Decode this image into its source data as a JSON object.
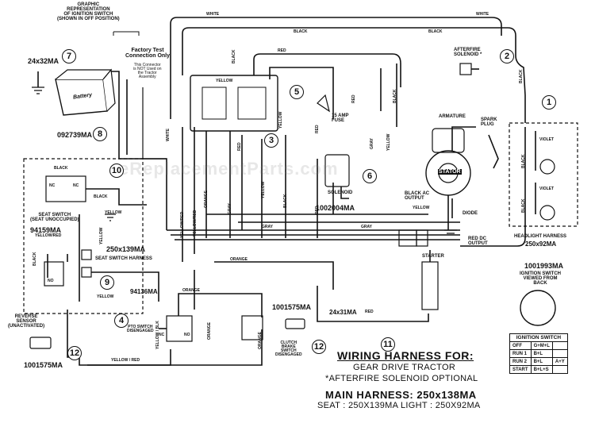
{
  "watermark": "eReplacementParts.com",
  "callouts": [
    "1",
    "2",
    "3",
    "4",
    "5",
    "6",
    "7",
    "8",
    "9",
    "10",
    "11",
    "12",
    "12"
  ],
  "labels": {
    "graphic_rep": "GRAPHIC\nREPRESENTATION\nOF IGNITION SWITCH\n(SHOWN IN OFF POSITION)",
    "battery_size": "24x32MA",
    "battery_part": "092739MA",
    "battery_text": "Battery",
    "factory_test": "Factory Test\nConnection Only",
    "factory_note": "This Connector\nis NOT Used on\nthe Tractor\nAssembly",
    "afterfire": "AFTERFIRE\nSOLENOID *",
    "fuse": "15 AMP\nFUSE",
    "solenoid": "SOLENOID",
    "solenoid_part": "1002004MA",
    "armature": "ARMATURE",
    "spark_plug": "SPARK\nPLUG",
    "stator": "STATOR",
    "black_ac": "BLACK AC\nOUTPUT",
    "diode": "DIODE",
    "red_dc": "RED DC\nOUTPUT",
    "starter": "STARTER",
    "headlight_harness": "HEADLIGHT HARNESS",
    "headlight_part": "250x92MA",
    "ign_viewed": "IGNITION SWITCH\nVIEWED FROM\nBACK",
    "ign_part": "1001993MA",
    "seat_switch": "SEAT SWITCH\n(SEAT UNOCCUPIED)",
    "seat_part": "94159MA",
    "seat_harness_part": "250x139MA",
    "seat_harness": "SEAT SWITCH HARNESS",
    "pto_part": "94136MA",
    "pto_switch": "PTO SWITCH\nDISENGAGED",
    "clutch_part": "1001575MA",
    "clutch_switch": "CLUTCH\nBRAKE\nSWITCH\nDISENGAGED",
    "reverse_sensor": "REVERSE\nSENSOR\n(UNACTIVATED)",
    "reverse_part": "1001575MA",
    "starter_cable": "24x31MA",
    "no": "NO",
    "nc": "NC"
  },
  "wires": {
    "white": "WHITE",
    "black": "BLACK",
    "red": "RED",
    "yellow": "YELLOW",
    "gray": "GRAY",
    "orange": "ORANGE",
    "violet": "VIOLET",
    "yellow_red": "YELLOW / RED",
    "yellow_black": "YELLOW / BLK",
    "yellow_red_slash": "YELLOW/RED"
  },
  "ignition_switch": {
    "title": "IGNITION SWITCH",
    "rows": [
      [
        "OFF",
        "G+M+L",
        ""
      ],
      [
        "RUN 1",
        "B+L",
        ""
      ],
      [
        "RUN 2",
        "B+L",
        "A+Y"
      ],
      [
        "START",
        "B+L+S",
        ""
      ]
    ]
  },
  "title": {
    "heading": "WIRING HARNESS FOR:",
    "sub1": "GEAR DRIVE TRACTOR",
    "sub2": "*AFTERFIRE SOLENOID OPTIONAL",
    "main": "MAIN HARNESS: 250x138MA",
    "seat_light": "SEAT : 250X139MA   LIGHT : 250X92MA"
  }
}
